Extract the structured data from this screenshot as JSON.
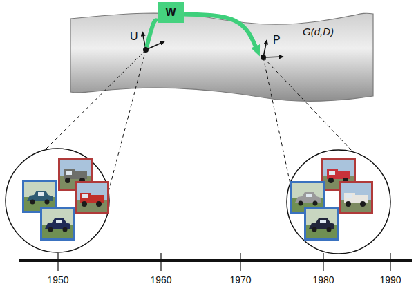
{
  "diagram": {
    "nodes": [
      {
        "text": [
          "G(d,D)"
        ]
      },
      {
        "text": [
          "U"
        ],
        "in": 0
      },
      {
        "text": [
          "W"
        ]
      },
      {
        "text": [
          "P"
        ],
        "in": 0
      }
    ],
    "edges": [
      {
        "from": 1,
        "to": 2,
        "arrow": "none"
      },
      {
        "from": 2,
        "to": 3,
        "arrow": "to"
      }
    ],
    "labels": [
      "1950",
      "1960",
      "1970",
      "1980",
      "1990"
    ]
  }
}
